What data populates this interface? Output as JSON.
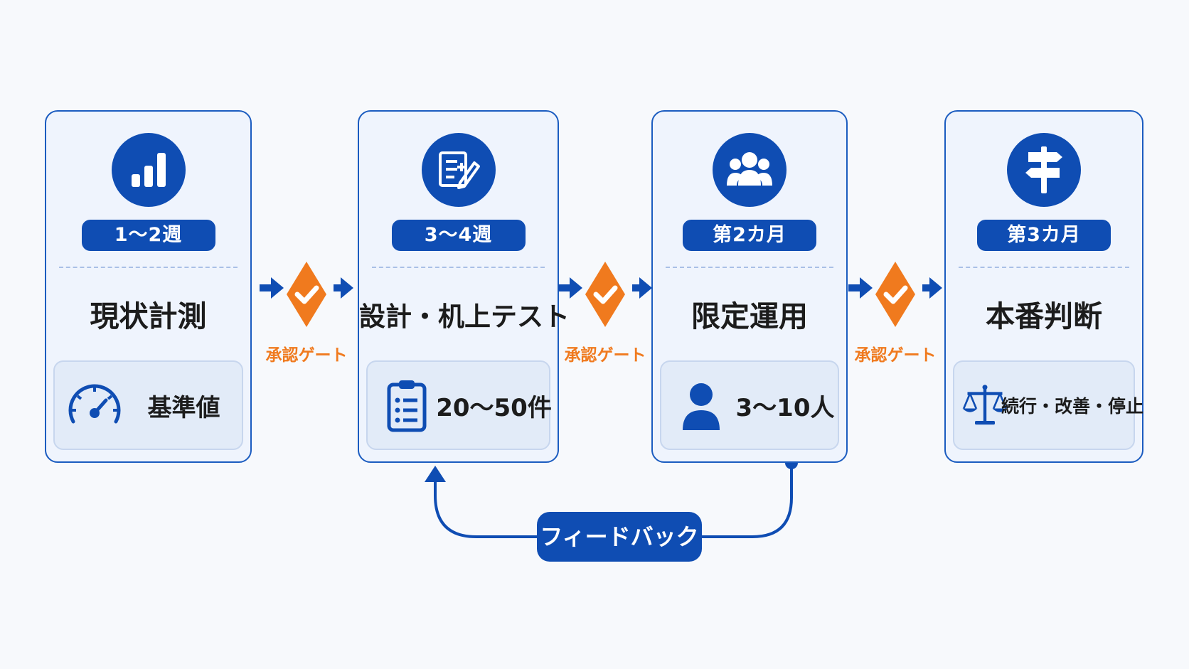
{
  "phases": [
    {
      "period": "1〜2週",
      "title": "現状計測",
      "detail": "基準値"
    },
    {
      "period": "3〜4週",
      "title": "設計・机上テスト",
      "detail": "20〜50件"
    },
    {
      "period": "第2カ月",
      "title": "限定運用",
      "detail": "3〜10人"
    },
    {
      "period": "第3カ月",
      "title": "本番判断",
      "detail": "続行・改善・停止"
    }
  ],
  "gates": [
    {
      "label": "承認ゲート"
    },
    {
      "label": "承認ゲート"
    },
    {
      "label": "承認ゲート"
    }
  ],
  "feedback": {
    "label": "フィードバック"
  },
  "colors": {
    "primary": "#0f4db3",
    "accent": "#f07a1e",
    "card_bg": "#eff4fd",
    "border": "#1b5cc0"
  }
}
